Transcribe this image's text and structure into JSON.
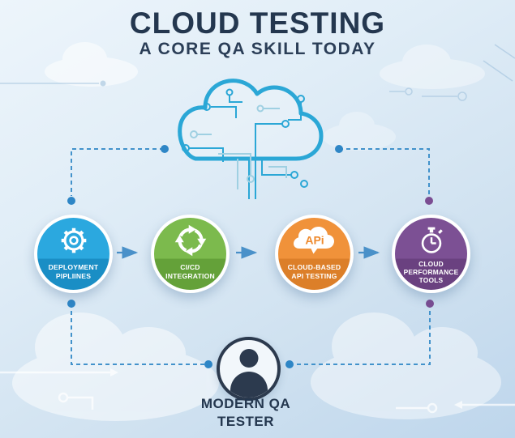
{
  "header": {
    "title": "CLOUD TESTING",
    "subtitle": "A CORE QA SKILL TODAY"
  },
  "steps": [
    {
      "name": "deployment-pipelines",
      "icon": "gear-icon",
      "label_lines": [
        "DEPLOYMENT",
        "PIPLIINES"
      ],
      "color_top": "#2BA8DF",
      "color_bottom": "#1A8EC5"
    },
    {
      "name": "cicd-integration",
      "icon": "cycle-arrows-icon",
      "label_lines": [
        "CI/CD",
        "INTEGRATION"
      ],
      "color_top": "#7CBA4D",
      "color_bottom": "#64A139"
    },
    {
      "name": "cloud-based-api-testing",
      "icon": "api-cloud-icon",
      "api_badge": "APi",
      "label_lines": [
        "CLOUD-BASED",
        "API TESTING"
      ],
      "color_top": "#F0923A",
      "color_bottom": "#DC7F29"
    },
    {
      "name": "cloud-performance-tools",
      "icon": "stopwatch-icon",
      "label_lines": [
        "CLOUD",
        "PERFORMANCE",
        "TOOLS"
      ],
      "color_top": "#7C5094",
      "color_bottom": "#6A4180"
    }
  ],
  "tester": {
    "label_lines": [
      "MODERN QA",
      "TESTER"
    ]
  },
  "colors": {
    "title_text": "#24374F",
    "connector_dash": "#4292CB",
    "arrow": "#4A91C9",
    "dot_blue": "#2E86C6",
    "dot_purple": "#7B4D92",
    "cloud_outline": "#2BA7D6",
    "circuit_light": "#9FD0E2",
    "api_badge_text": "#EE8A2E",
    "person_dark": "#2C3A4E"
  }
}
